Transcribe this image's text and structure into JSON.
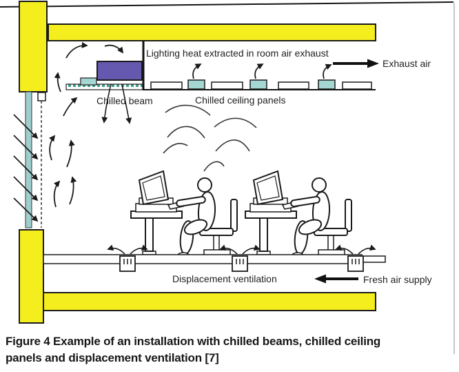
{
  "figure_labels": {
    "lighting_heat": "Lighting heat extracted in room air exhaust",
    "exhaust_air": "Exhaust air",
    "chilled_beam": "Chilled beam",
    "chilled_ceiling_panels": "Chilled ceiling panels",
    "displacement_ventilation": "Displacement ventilation",
    "fresh_air_supply": "Fresh air supply"
  },
  "caption": {
    "line1": "Figure 4 Example of an installation with chilled beams, chilled ceiling",
    "line2": "panels and displacement ventilation [7]"
  },
  "colors": {
    "structure_yellow": "#f5ee1e",
    "chilled_beam_purple": "#6459ae",
    "panel_teal": "#a5d7d2",
    "window_glass_teal": "#9fcfcc",
    "diffuser_slot_green": "#3f9e8a"
  }
}
